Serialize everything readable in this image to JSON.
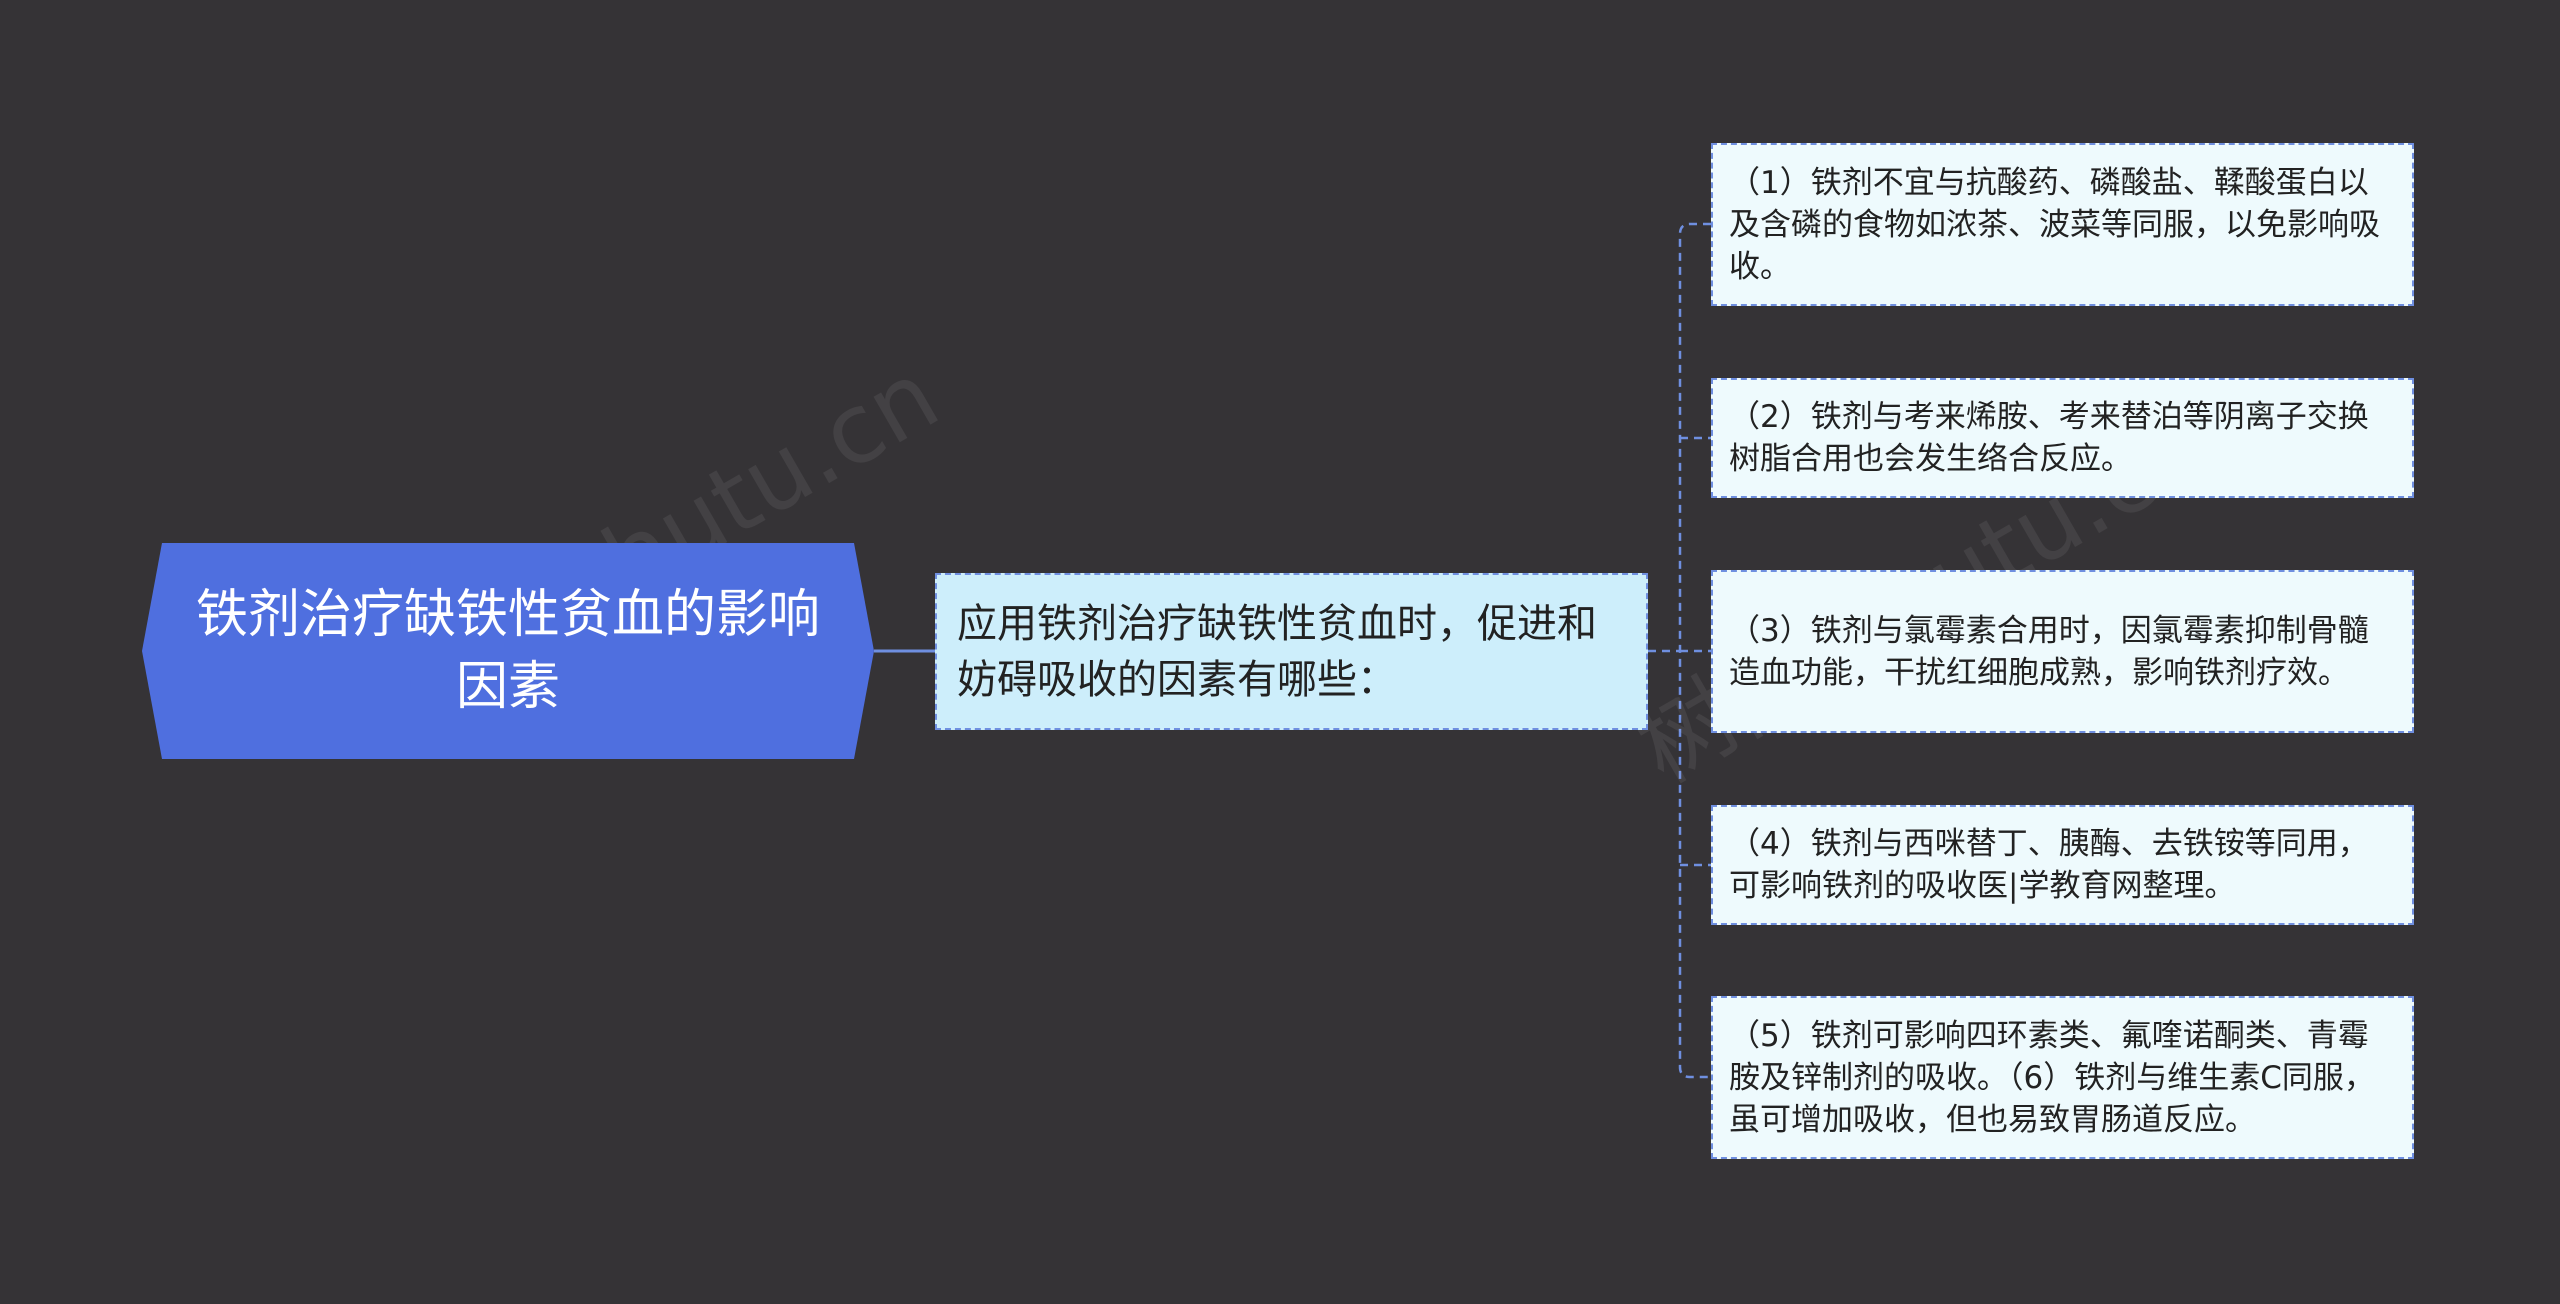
{
  "mindmap": {
    "root": {
      "label": "铁剂治疗缺铁性贫血的影响因素"
    },
    "branch": {
      "label": "应用铁剂治疗缺铁性贫血时，促进和妨碍吸收的因素有哪些："
    },
    "leaves": [
      {
        "label": "（1）铁剂不宜与抗酸药、磷酸盐、鞣酸蛋白以及含磷的食物如浓茶、波菜等同服，以免影响吸收。"
      },
      {
        "label": "（2）铁剂与考来烯胺、考来替泊等阴离子交换树脂合用也会发生络合反应。"
      },
      {
        "label": "（3）铁剂与氯霉素合用时，因氯霉素抑制骨髓造血功能，干扰红细胞成熟，影响铁剂疗效。"
      },
      {
        "label": "（4）铁剂与西咪替丁、胰酶、去铁铵等同用，可影响铁剂的吸收医|学教育网整理。"
      },
      {
        "label": "（5）铁剂可影响四环素类、氟喹诺酮类、青霉胺及锌制剂的吸收。（6）铁剂与维生素C同服，虽可增加吸收，但也易致胃肠道反应。"
      }
    ]
  },
  "watermark": {
    "text": "树图 shutu.cn"
  },
  "colors": {
    "background": "#353336",
    "root_fill": "#4f6fdf",
    "branch_fill": "#cdeefb",
    "leaf_fill": "#eefafd",
    "connector": "#6f8fe0"
  }
}
